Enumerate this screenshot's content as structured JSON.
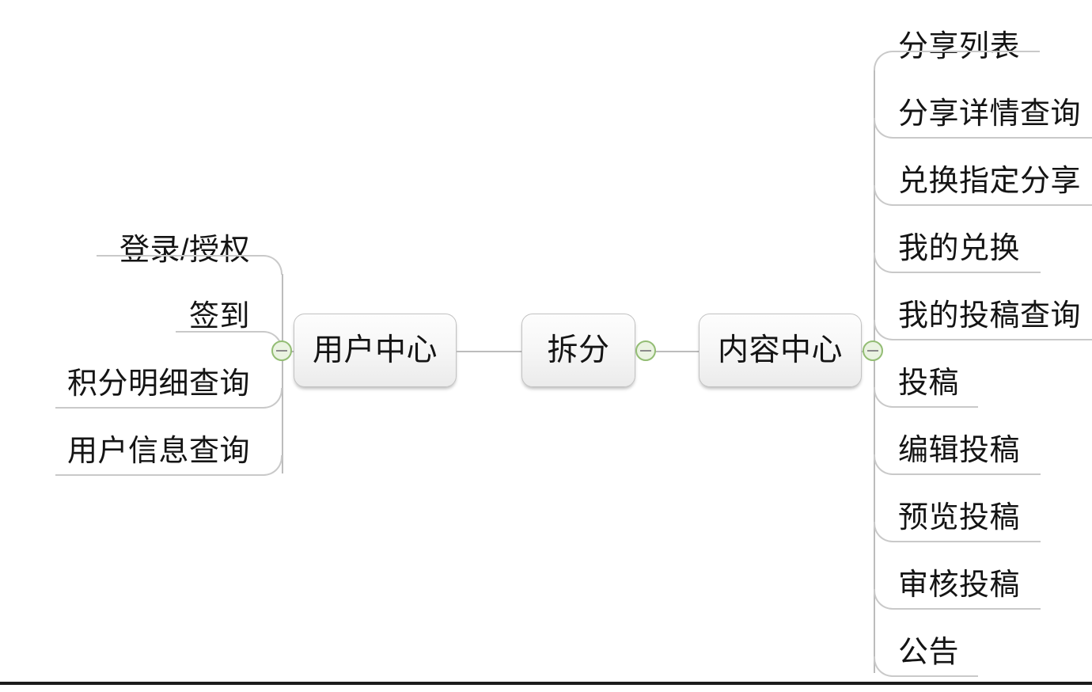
{
  "diagram": {
    "type": "mindmap",
    "orientation": "horizontal",
    "trunk": [
      {
        "id": "user-center",
        "label": "用户中心"
      },
      {
        "id": "split",
        "label": "拆分"
      },
      {
        "id": "content-center",
        "label": "内容中心"
      }
    ],
    "left_branch": {
      "parent": "用户中心",
      "items": [
        {
          "label": "登录/授权"
        },
        {
          "label": "签到"
        },
        {
          "label": "积分明细查询"
        },
        {
          "label": "用户信息查询"
        }
      ]
    },
    "right_branch": {
      "parent": "内容中心",
      "items": [
        {
          "label": "分享列表"
        },
        {
          "label": "分享详情查询"
        },
        {
          "label": "兑换指定分享"
        },
        {
          "label": "我的兑换"
        },
        {
          "label": "我的投稿查询"
        },
        {
          "label": "投稿"
        },
        {
          "label": "编辑投稿"
        },
        {
          "label": "预览投稿"
        },
        {
          "label": "审核投稿"
        },
        {
          "label": "公告"
        }
      ]
    },
    "toggles": [
      {
        "id": "toggle-user-center-left",
        "state": "expanded",
        "glyph": "−"
      },
      {
        "id": "toggle-split-right",
        "state": "expanded",
        "glyph": "−"
      },
      {
        "id": "toggle-content-center-right",
        "state": "expanded",
        "glyph": "−"
      }
    ],
    "colors": {
      "node_border": "#c2c2c2",
      "node_fill_top": "#fdfdfd",
      "node_fill_bottom": "#ebebeb",
      "connector": "#bcbcbc",
      "toggle_fill": "#eaf3e1",
      "toggle_border": "#93bd74",
      "text": "#141414",
      "bottom_rule": "#1b1b1b"
    }
  }
}
